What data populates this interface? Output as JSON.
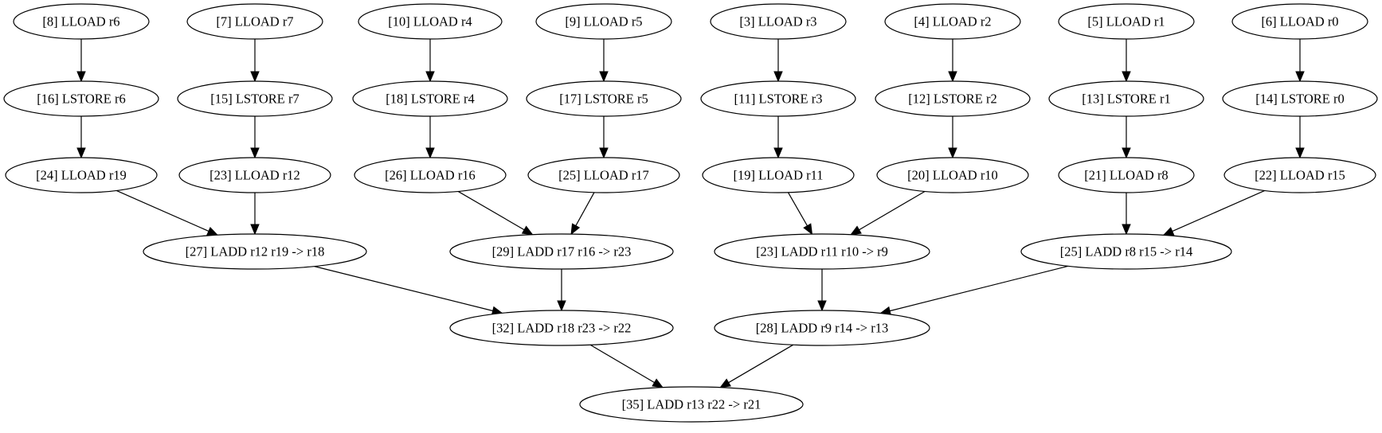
{
  "graph": {
    "nodes": [
      {
        "id": "n8",
        "label": "[8] LLOAD r6"
      },
      {
        "id": "n7",
        "label": "[7] LLOAD r7"
      },
      {
        "id": "n10",
        "label": "[10] LLOAD r4"
      },
      {
        "id": "n9",
        "label": "[9] LLOAD r5"
      },
      {
        "id": "n3",
        "label": "[3] LLOAD r3"
      },
      {
        "id": "n4",
        "label": "[4] LLOAD r2"
      },
      {
        "id": "n5",
        "label": "[5] LLOAD r1"
      },
      {
        "id": "n6",
        "label": "[6] LLOAD r0"
      },
      {
        "id": "n16",
        "label": "[16] LSTORE r6"
      },
      {
        "id": "n15",
        "label": "[15] LSTORE r7"
      },
      {
        "id": "n18",
        "label": "[18] LSTORE r4"
      },
      {
        "id": "n17",
        "label": "[17] LSTORE r5"
      },
      {
        "id": "n11",
        "label": "[11] LSTORE r3"
      },
      {
        "id": "n12",
        "label": "[12] LSTORE r2"
      },
      {
        "id": "n13",
        "label": "[13] LSTORE r1"
      },
      {
        "id": "n14",
        "label": "[14] LSTORE r0"
      },
      {
        "id": "n24",
        "label": "[24] LLOAD r19"
      },
      {
        "id": "n23a",
        "label": "[23] LLOAD r12"
      },
      {
        "id": "n26",
        "label": "[26] LLOAD r16"
      },
      {
        "id": "n25a",
        "label": "[25] LLOAD r17"
      },
      {
        "id": "n19",
        "label": "[19] LLOAD r11"
      },
      {
        "id": "n20",
        "label": "[20] LLOAD r10"
      },
      {
        "id": "n21",
        "label": "[21] LLOAD r8"
      },
      {
        "id": "n22",
        "label": "[22] LLOAD r15"
      },
      {
        "id": "n27",
        "label": "[27] LADD r12 r19 -> r18"
      },
      {
        "id": "n29",
        "label": "[29] LADD r17 r16 -> r23"
      },
      {
        "id": "n23b",
        "label": "[23] LADD r11 r10 -> r9"
      },
      {
        "id": "n25b",
        "label": "[25] LADD r8 r15 -> r14"
      },
      {
        "id": "n32",
        "label": "[32] LADD r18 r23 -> r22"
      },
      {
        "id": "n28",
        "label": "[28] LADD r9 r14 -> r13"
      },
      {
        "id": "n35",
        "label": "[35] LADD r13 r22 -> r21"
      }
    ],
    "edges": [
      {
        "from": "n8",
        "to": "n16"
      },
      {
        "from": "n7",
        "to": "n15"
      },
      {
        "from": "n10",
        "to": "n18"
      },
      {
        "from": "n9",
        "to": "n17"
      },
      {
        "from": "n3",
        "to": "n11"
      },
      {
        "from": "n4",
        "to": "n12"
      },
      {
        "from": "n5",
        "to": "n13"
      },
      {
        "from": "n6",
        "to": "n14"
      },
      {
        "from": "n16",
        "to": "n24"
      },
      {
        "from": "n15",
        "to": "n23a"
      },
      {
        "from": "n18",
        "to": "n26"
      },
      {
        "from": "n17",
        "to": "n25a"
      },
      {
        "from": "n11",
        "to": "n19"
      },
      {
        "from": "n12",
        "to": "n20"
      },
      {
        "from": "n13",
        "to": "n21"
      },
      {
        "from": "n14",
        "to": "n22"
      },
      {
        "from": "n24",
        "to": "n27"
      },
      {
        "from": "n23a",
        "to": "n27"
      },
      {
        "from": "n26",
        "to": "n29"
      },
      {
        "from": "n25a",
        "to": "n29"
      },
      {
        "from": "n19",
        "to": "n23b"
      },
      {
        "from": "n20",
        "to": "n23b"
      },
      {
        "from": "n21",
        "to": "n25b"
      },
      {
        "from": "n22",
        "to": "n25b"
      },
      {
        "from": "n27",
        "to": "n32"
      },
      {
        "from": "n29",
        "to": "n32"
      },
      {
        "from": "n23b",
        "to": "n28"
      },
      {
        "from": "n25b",
        "to": "n28"
      },
      {
        "from": "n32",
        "to": "n35"
      },
      {
        "from": "n28",
        "to": "n35"
      }
    ]
  }
}
